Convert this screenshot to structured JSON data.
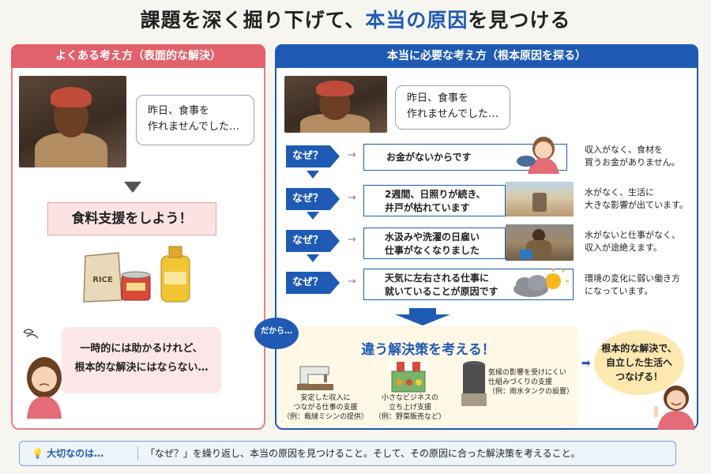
{
  "title": {
    "before": "課題を深く掘り下げて、",
    "highlight": "本当の原因",
    "after": "を見つける"
  },
  "left": {
    "header": "よくある考え方（表面的な解決）",
    "speech": [
      "昨日、食事を",
      "作れませんでした…"
    ],
    "proposal": "食料支援をしよう！",
    "rice_label": "RICE",
    "warning": [
      "一時的には助かるけれど、",
      "根本的な解決にはならない…"
    ]
  },
  "right": {
    "header": "本当に必要な考え方（根本原因を探る）",
    "speech": [
      "昨日、食事を",
      "作れませんでした…"
    ],
    "why_label": "なぜ？",
    "steps": [
      {
        "reason": [
          "お金がないからです"
        ],
        "note": [
          "収入がなく、食材を",
          "買うお金がありません。"
        ]
      },
      {
        "reason": [
          "2週間、日照りが続き、",
          "井戸が枯れています"
        ],
        "note": [
          "水がなく、生活に",
          "大きな影響が出ています。"
        ]
      },
      {
        "reason": [
          "水汲みや洗濯の日雇い",
          "仕事がなくなりました"
        ],
        "note": [
          "水がないと仕事がなく、",
          "収入が途絶えます。"
        ]
      },
      {
        "reason": [
          "天気に左右される仕事に",
          "就いていることが原因です"
        ],
        "note": [
          "環境の変化に弱い働き方",
          "になっています。"
        ]
      }
    ],
    "dakara": "だから…",
    "solution_title": "違う解決策を考える！",
    "solutions": [
      [
        "安定した収入に",
        "つながる仕事の支援",
        "（例：裁縫ミシンの提供）"
      ],
      [
        "小さなビジネスの",
        "立ち上げ支援",
        "（例：野菜販売など）"
      ],
      [
        "気候の影響を受けにくい",
        "仕組みづくりの支援",
        "（例：雨水タンクの設置）"
      ]
    ],
    "goal": [
      "根本的な解決で、",
      "自立した生活へ",
      "つなげる！"
    ]
  },
  "bottom": {
    "label": "大切なのは…",
    "text": "「なぜ？」を繰り返し、本当の原因を見つけること。そして、その原因に合った解決策を考えること。"
  },
  "colors": {
    "red": "#e2616b",
    "blue": "#1f5bb5",
    "pink_bg": "#fbe3e3",
    "cream": "#fff8e6"
  }
}
